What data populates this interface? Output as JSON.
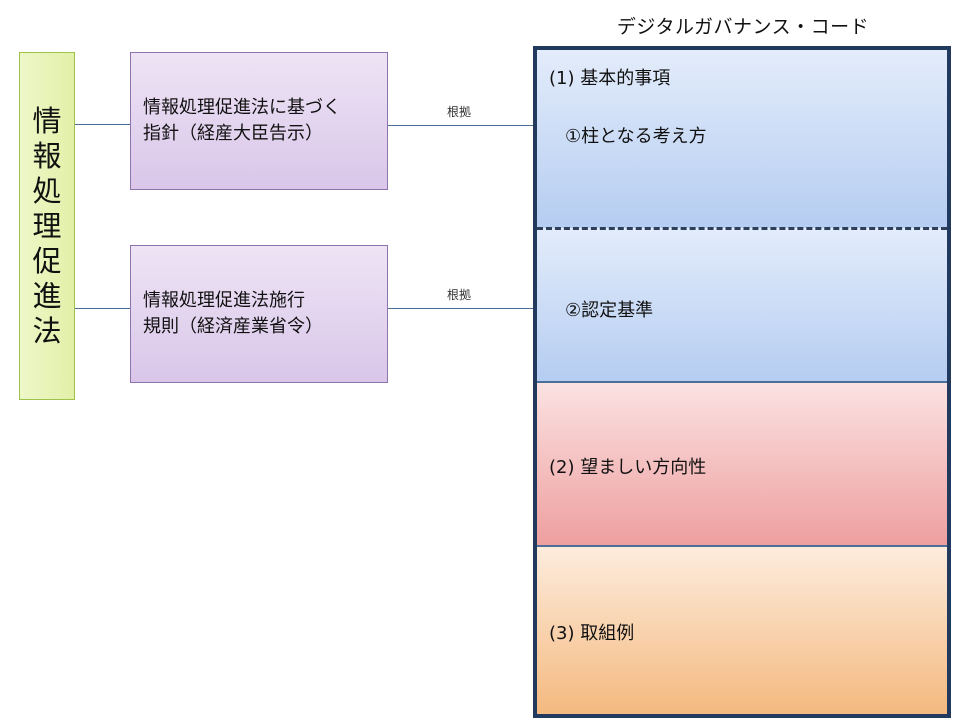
{
  "law": {
    "label_chars": [
      "情",
      "報",
      "処",
      "理",
      "促",
      "進",
      "法"
    ]
  },
  "guidelines": [
    {
      "line1": "情報処理促進法に基づく",
      "line2": "指針（経産大臣告示）",
      "basis": "根拠"
    },
    {
      "line1": "情報処理促進法施行",
      "line2": "規則（経済産業省令）",
      "basis": "根拠"
    }
  ],
  "code": {
    "title": "デジタルガバナンス・コード",
    "section1": {
      "heading": "(1) 基本的事項",
      "item1": "①柱となる考え方",
      "item2": "②認定基準"
    },
    "section2": {
      "heading": "(2) 望ましい方向性"
    },
    "section3": {
      "heading": "(3) 取組例"
    }
  }
}
